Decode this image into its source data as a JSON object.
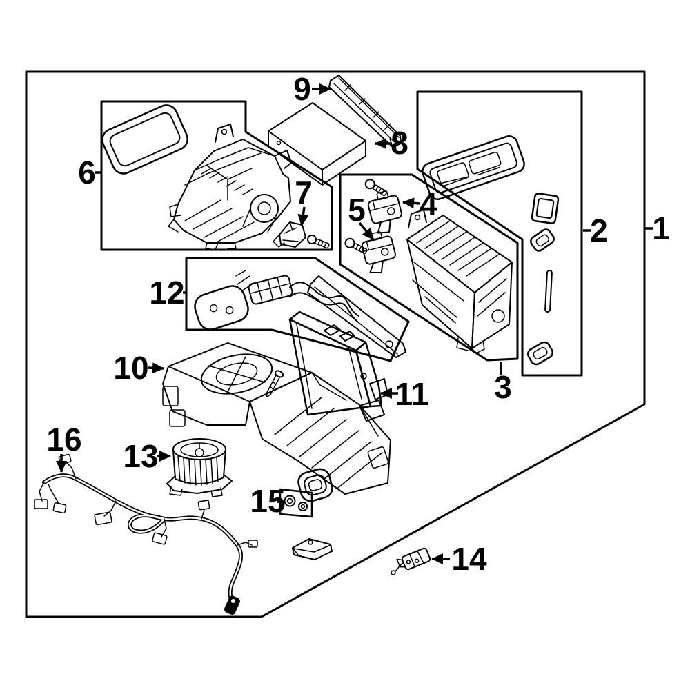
{
  "diagram": {
    "kind": "exploded-parts-diagram",
    "highlighted_part": "11"
  },
  "colors": {
    "background": "#ffffff",
    "ink": "#000000",
    "evaporator_fill": "#3d66b2",
    "evaporator_dark": "#2b4b8e",
    "evaporator_light": "#5d83c6"
  },
  "callouts": {
    "c1": "1",
    "c2": "2",
    "c3": "3",
    "c4": "4",
    "c5": "5",
    "c6": "6",
    "c7": "7",
    "c8": "8",
    "c9": "9",
    "c10": "10",
    "c11": "11",
    "c12": "12",
    "c13": "13",
    "c14": "14",
    "c15": "15",
    "c16": "16"
  }
}
